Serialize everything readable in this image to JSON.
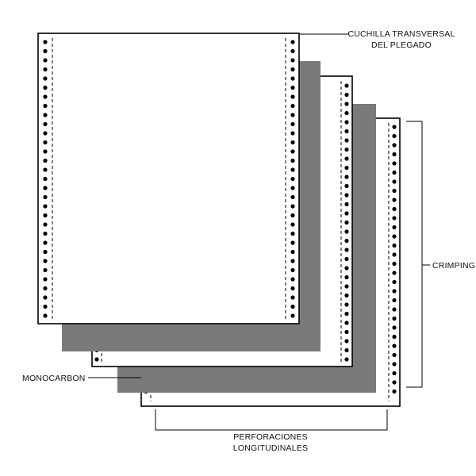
{
  "labels": {
    "cutter": "CUCHILLA TRANSVERSAL",
    "cutter_line2": "DEL PLEGADO",
    "crimping": "CRIMPING",
    "monocarbon": "MONOCARBON",
    "perforations": "PERFORACIONES",
    "perforations_line2": "LONGITUDINALES"
  },
  "colors": {
    "paper": "#ffffff",
    "carbon": "#7a7a7a",
    "line": "#000000"
  }
}
